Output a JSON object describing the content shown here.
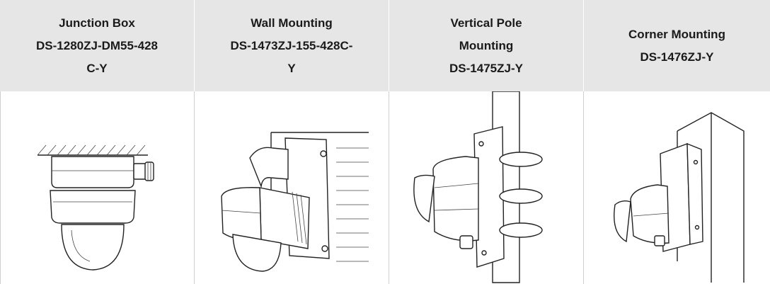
{
  "columns": [
    {
      "title_lines": [
        "Junction Box",
        "DS-1280ZJ-DM55-428",
        "C-Y"
      ],
      "image": "junction-box-camera-drawing"
    },
    {
      "title_lines": [
        "Wall Mounting",
        "DS-1473ZJ-155-428C-",
        "Y"
      ],
      "image": "wall-mount-camera-drawing"
    },
    {
      "title_lines": [
        "Vertical Pole",
        "Mounting",
        "DS-1475ZJ-Y"
      ],
      "image": "pole-mount-camera-drawing"
    },
    {
      "title_lines": [
        "Corner Mounting",
        "DS-1476ZJ-Y"
      ],
      "image": "corner-mount-camera-drawing"
    }
  ]
}
